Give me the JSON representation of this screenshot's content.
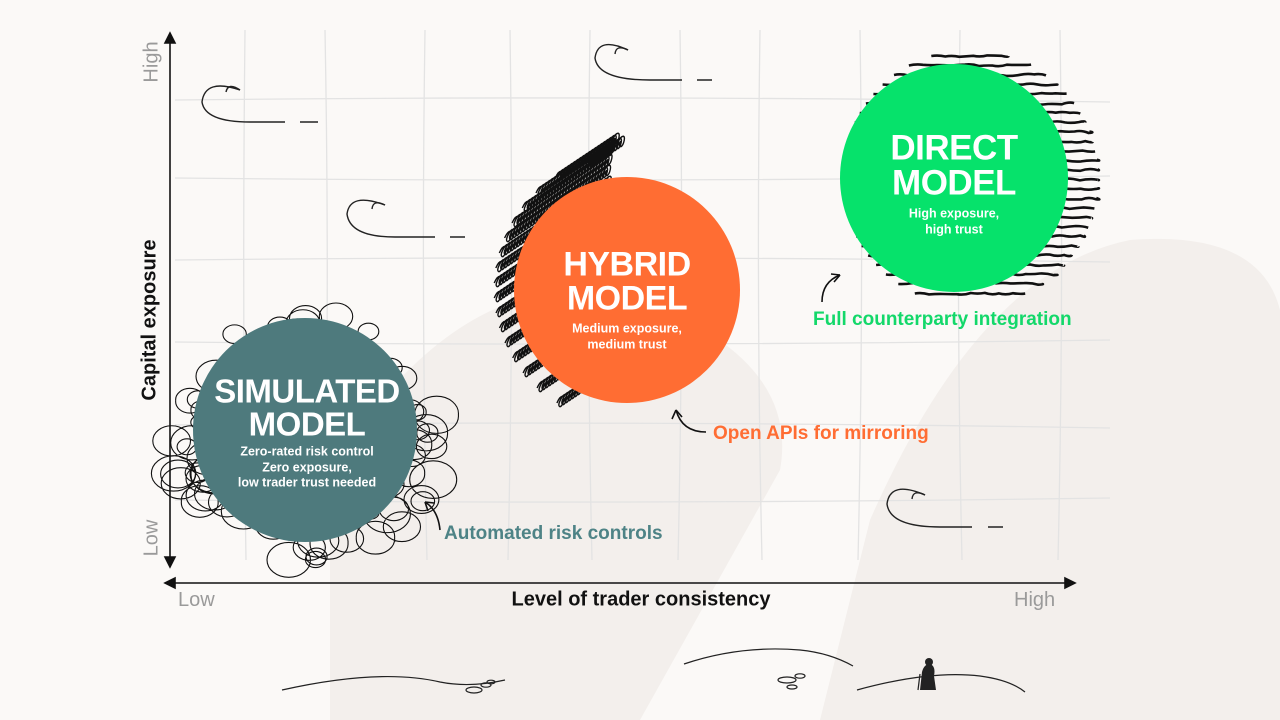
{
  "axes": {
    "y_title": "Capital exposure",
    "y_high": "High",
    "y_low": "Low",
    "x_title": "Level of trader consistency",
    "x_low": "Low",
    "x_high": "High"
  },
  "models": [
    {
      "key": "simulated",
      "title_line1": "SIMULATED",
      "title_line2": "MODEL",
      "sub_lines": [
        "Zero-rated risk control",
        "Zero exposure,",
        "low trader trust needed"
      ],
      "color": "#4e7a7d",
      "callout": "Automated risk controls",
      "callout_color": "#4e8386"
    },
    {
      "key": "hybrid",
      "title_line1": "HYBRID",
      "title_line2": "MODEL",
      "sub_lines": [
        "Medium exposure,",
        "medium trust"
      ],
      "color": "#ff6d33",
      "callout": "Open APIs for mirroring",
      "callout_color": "#ff6d33"
    },
    {
      "key": "direct",
      "title_line1": "DIRECT",
      "title_line2": "MODEL",
      "sub_lines": [
        "High exposure,",
        "high trust"
      ],
      "color": "#06e26b",
      "callout": "Full counterparty integration",
      "callout_color": "#13d86a"
    }
  ]
}
